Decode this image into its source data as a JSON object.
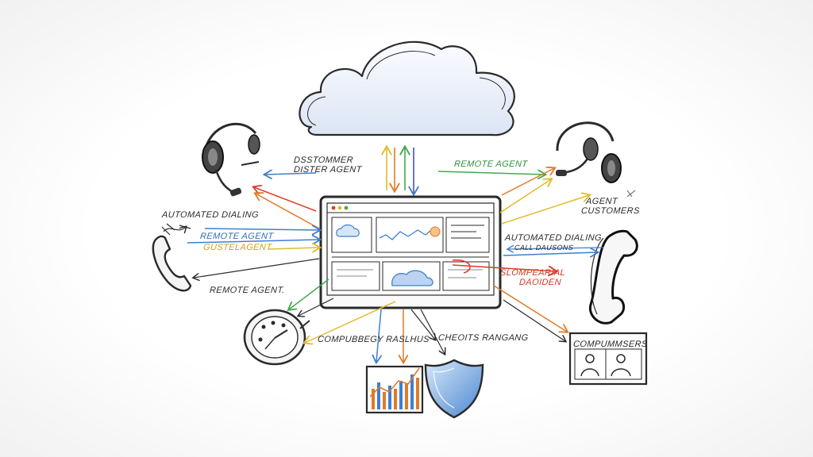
{
  "colors": {
    "ink": "#2a2a2a",
    "blue": "#3f7fd0",
    "green": "#45a84c",
    "yellow": "#e2bb2a",
    "orange": "#e07b28",
    "red": "#d9402a",
    "cloud_fill": "#e8eef8"
  },
  "icons": [
    "cloud-icon",
    "headset-icon",
    "phone-handset-icon",
    "gauge-icon",
    "shield-icon",
    "bar-chart-icon",
    "users-panel-icon",
    "browser-dashboard-icon"
  ],
  "labels": {
    "top_left_1": "DSSTOMMER",
    "top_left_2": "DISTER AGENT",
    "top_right": "REMOTE AGENT",
    "left_auto": "AUTOMATED DIALING",
    "left_remote_blue": "REMOTE AGENT",
    "left_remote_yellow": "GUSTELAGENT",
    "left_remote_bottom": "REMOTE AGENT.",
    "right_agent": "AGENT",
    "right_customers": "CUSTOMERS",
    "right_auto": "AUTOMATED DIALING",
    "right_auto_sub": "CALL DAUSONS",
    "red_1": "SLOMPEARIAL",
    "red_2": "DAOIDEN",
    "bottom_left": "COMPUBBEGY RASLHUS",
    "bottom_mid": "CHEOITS RANGANG",
    "bottom_right": "COMPUMMSERS"
  }
}
